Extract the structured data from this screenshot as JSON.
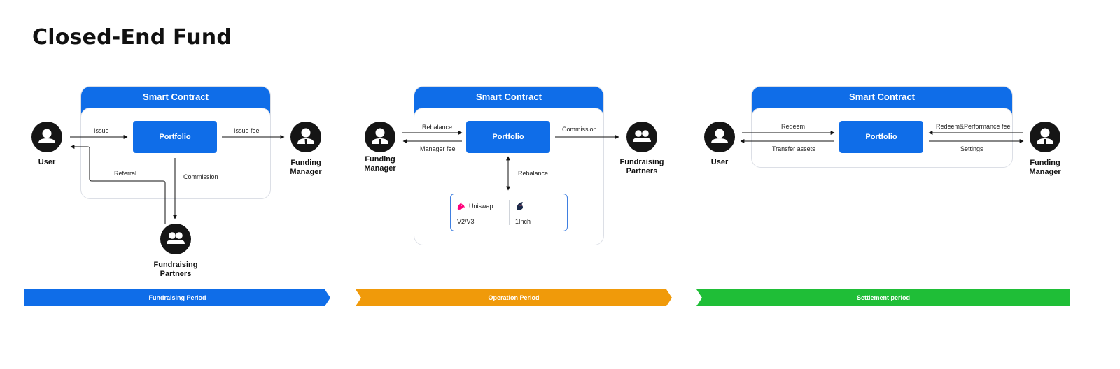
{
  "title": "Closed-End Fund",
  "colors": {
    "primary_blue": "#0f6de8",
    "phase_blue": "#0f6de8",
    "phase_orange": "#f09a0a",
    "phase_green": "#1fbe37",
    "avatar": "#151515",
    "uniswap_pink": "#ff007a"
  },
  "sections": [
    {
      "smart_contract": "Smart Contract",
      "portfolio": "Portfolio",
      "actors": {
        "left": "User",
        "right": "Funding\nManager",
        "bottom": "Fundraising\nPartners"
      },
      "labels": {
        "issue": "Issue",
        "issue_fee": "Issue fee",
        "referral": "Referral",
        "commission": "Commission"
      },
      "phase": "Fundraising Period"
    },
    {
      "smart_contract": "Smart Contract",
      "portfolio": "Portfolio",
      "actors": {
        "left": "Funding\nManager",
        "right": "Fundraising\nPartners"
      },
      "labels": {
        "rebalance_top": "Rebalance",
        "manager_fee": "Manager fee",
        "commission": "Commission",
        "rebalance_down": "Rebalance"
      },
      "dex": {
        "uniswap": "Uniswap",
        "uniswap_version": "V2/V3",
        "oneinch": "1Inch",
        "icons": [
          "unicorn-icon",
          "oneinch-icon"
        ]
      },
      "phase": "Operation Period"
    },
    {
      "smart_contract": "Smart Contract",
      "portfolio": "Portfolio",
      "actors": {
        "left": "User",
        "right": "Funding\nManager"
      },
      "labels": {
        "redeem": "Redeem",
        "transfer_assets": "Transfer assets",
        "redeem_perf": "Redeem&Performance fee",
        "settings": "Settings"
      },
      "phase": "Settlement period"
    }
  ],
  "icons": {
    "user": "user-icon",
    "manager": "manager-icon",
    "partners": "group-icon"
  }
}
